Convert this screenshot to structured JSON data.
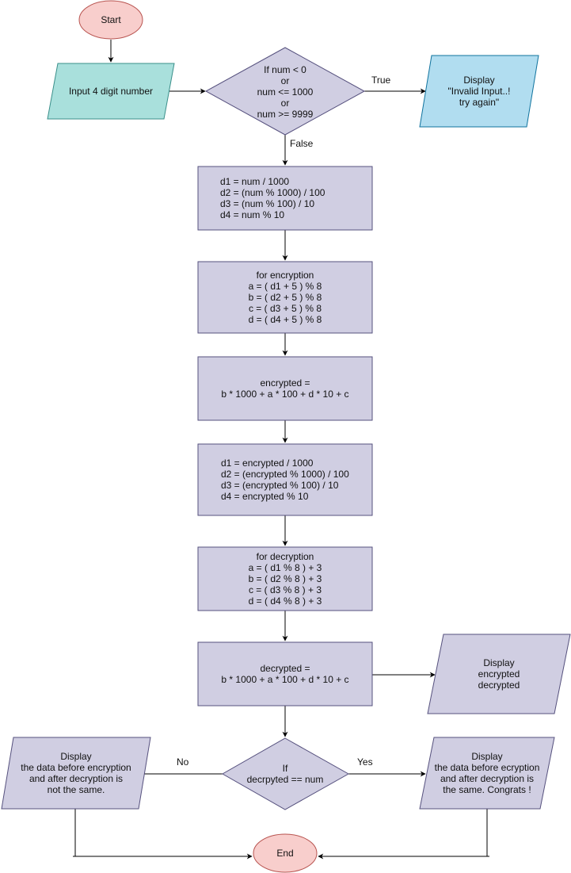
{
  "nodes": {
    "start": {
      "lines": [
        "Start"
      ]
    },
    "input": {
      "lines": [
        "Input 4 digit number"
      ]
    },
    "check": {
      "lines": [
        "If num < 0",
        "or",
        "num <= 1000",
        "or",
        "num >= 9999"
      ]
    },
    "invalid": {
      "lines": [
        "Display",
        "\"Invalid Input..!",
        "try again\""
      ]
    },
    "digits": {
      "lines": [
        "d1 = num / 1000",
        "d2 = (num % 1000) / 100",
        "d3 = (num % 100) / 10",
        "d4 = num % 10"
      ]
    },
    "encrypt": {
      "lines": [
        "for encryption",
        "a = ( d1 + 5 ) % 8",
        "b = ( d2 + 5 ) % 8",
        "c = ( d3 + 5 ) % 8",
        "d = ( d4 + 5 ) % 8"
      ]
    },
    "encrypted": {
      "lines": [
        "encrypted =",
        "b * 1000 + a * 100 + d * 10 + c"
      ]
    },
    "edigits": {
      "lines": [
        "d1 = encrypted / 1000",
        "d2 = (encrypted % 1000) / 100",
        "d3 = (encrypted % 100) / 10",
        "d4 = encrypted % 10"
      ]
    },
    "decrypt": {
      "lines": [
        "for decryption",
        "a = ( d1 % 8 ) + 3",
        "b = ( d2 % 8 ) + 3",
        "c = ( d3 % 8 ) + 3",
        "d = ( d4 % 8 ) + 3"
      ]
    },
    "decrypted": {
      "lines": [
        "decrypted =",
        "b * 1000 + a * 100 + d * 10 + c"
      ]
    },
    "display_ed": {
      "lines": [
        "Display",
        "encrypted",
        "decrypted"
      ]
    },
    "compare": {
      "lines": [
        "If",
        "decrpyted == num"
      ]
    },
    "not_same": {
      "lines": [
        "Display",
        "the data before encryption",
        "and after decryption is",
        "not the same."
      ]
    },
    "same": {
      "lines": [
        "Display",
        "the data before ecryption",
        "and after decryption is",
        "the same. Congrats !"
      ]
    },
    "end": {
      "lines": [
        "End"
      ]
    }
  },
  "edge_labels": {
    "true": "True",
    "false": "False",
    "no": "No",
    "yes": "Yes"
  },
  "colors": {
    "terminal_fill": "#f8cecc",
    "terminal_stroke": "#b85450",
    "input_fill": "#a9e0dc",
    "input_stroke": "#3a8f8a",
    "error_fill": "#b1ddf0",
    "error_stroke": "#10739e",
    "process_fill": "#d0cee2",
    "process_stroke": "#56517e",
    "line": "#000000"
  }
}
